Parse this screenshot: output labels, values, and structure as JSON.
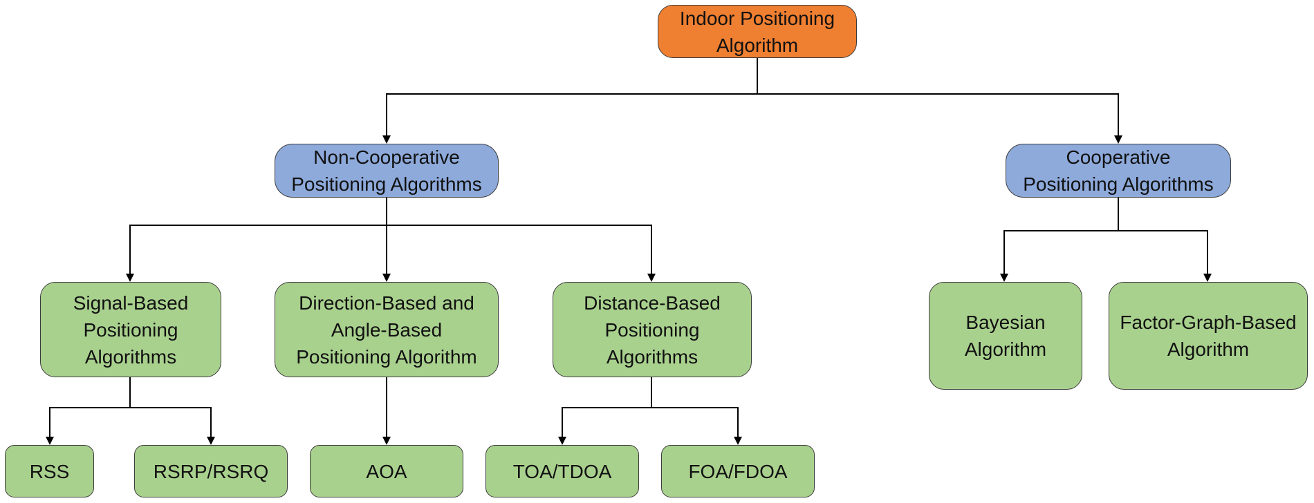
{
  "diagram": {
    "nodes": [
      {
        "id": "indoor-positioning-algorithm",
        "text": "Indoor Positioning\nAlgorithm",
        "color": "#ef7f31"
      },
      {
        "id": "non-cooperative",
        "text": "Non-Cooperative\nPositioning Algorithms",
        "color": "#8eaadb"
      },
      {
        "id": "cooperative",
        "text": "Cooperative\nPositioning Algorithms",
        "color": "#8eaadb"
      },
      {
        "id": "signal-based",
        "text": "Signal-Based\nPositioning\nAlgorithms",
        "color": "#a9d18e"
      },
      {
        "id": "direction-angle-based",
        "text": "Direction-Based and\nAngle-Based\nPositioning Algorithm",
        "color": "#a9d18e"
      },
      {
        "id": "distance-based",
        "text": "Distance-Based\nPositioning\nAlgorithms",
        "color": "#a9d18e"
      },
      {
        "id": "bayesian",
        "text": "Bayesian\nAlgorithm",
        "color": "#a9d18e"
      },
      {
        "id": "factor-graph-based",
        "text": "Factor-Graph-Based\nAlgorithm",
        "color": "#a9d18e"
      },
      {
        "id": "rss",
        "text": "RSS",
        "color": "#a9d18e"
      },
      {
        "id": "rsrp-rsrq",
        "text": "RSRP/RSRQ",
        "color": "#a9d18e"
      },
      {
        "id": "aoa",
        "text": "AOA",
        "color": "#a9d18e"
      },
      {
        "id": "toa-tdoa",
        "text": "TOA/TDOA",
        "color": "#a9d18e"
      },
      {
        "id": "foa-fdoa",
        "text": "FOA/FDOA",
        "color": "#a9d18e"
      }
    ],
    "edges": [
      {
        "from": "indoor-positioning-algorithm",
        "to": "non-cooperative"
      },
      {
        "from": "indoor-positioning-algorithm",
        "to": "cooperative"
      },
      {
        "from": "non-cooperative",
        "to": "signal-based"
      },
      {
        "from": "non-cooperative",
        "to": "direction-angle-based"
      },
      {
        "from": "non-cooperative",
        "to": "distance-based"
      },
      {
        "from": "cooperative",
        "to": "bayesian"
      },
      {
        "from": "cooperative",
        "to": "factor-graph-based"
      },
      {
        "from": "signal-based",
        "to": "rss"
      },
      {
        "from": "signal-based",
        "to": "rsrp-rsrq"
      },
      {
        "from": "direction-angle-based",
        "to": "aoa"
      },
      {
        "from": "distance-based",
        "to": "toa-tdoa"
      },
      {
        "from": "distance-based",
        "to": "foa-fdoa"
      }
    ],
    "line_color": "#000000"
  }
}
